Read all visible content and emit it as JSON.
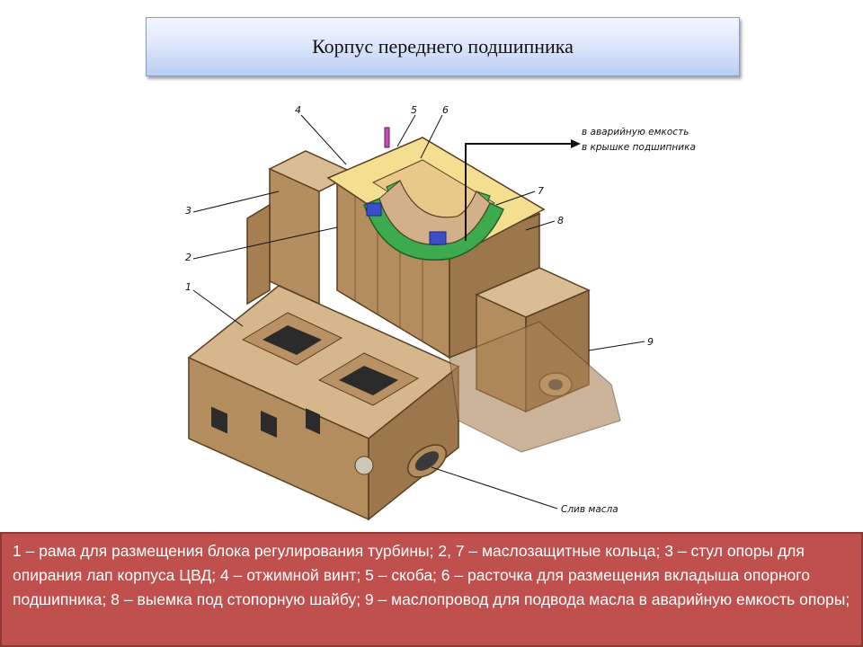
{
  "title": "Корпус переднего подшипника",
  "diagram": {
    "labels": {
      "n1": "1",
      "n2": "2",
      "n3": "3",
      "n4": "4",
      "n5": "5",
      "n6": "6",
      "n7": "7",
      "n8": "8",
      "n9": "9"
    },
    "notes": {
      "emergency_line1": "в аварийную емкость",
      "emergency_line2": "в крышке подшипника",
      "oil_drain": "Слив масла"
    },
    "colors": {
      "body": "#c9a87c",
      "body_dark": "#8f6c45",
      "flange_yellow": "#f3df8f",
      "ring_green": "#3daa4d",
      "clamp_blue": "#3d4fc7"
    }
  },
  "caption": "1 – рама для размещения блока регулирования турбины; 2, 7 – маслозащитные кольца; 3 – стул опоры для опирания лап корпуса ЦВД; 4 – отжимной винт; 5 – скоба; 6 – расточка для размещения вкладыша опорного подшипника; 8 – выемка под стопорную шайбу; 9 – маслопровод для подвода масла в аварийную емкость опоры;"
}
